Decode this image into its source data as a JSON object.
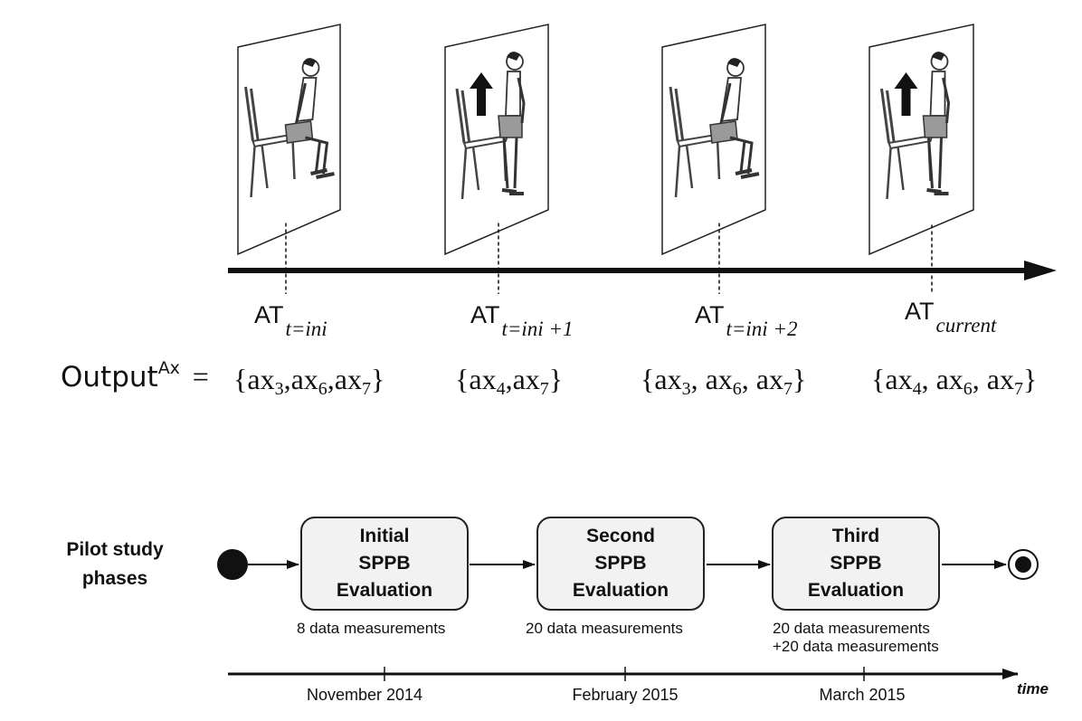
{
  "time_points": [
    {
      "label_main": "AT",
      "label_sub": "t=ini",
      "output": [
        {
          "base": "ax",
          "sub": "3"
        },
        {
          "base": "ax",
          "sub": "6"
        },
        {
          "base": "ax",
          "sub": "7"
        }
      ],
      "pose": "sitting-down",
      "arrow": false
    },
    {
      "label_main": "AT",
      "label_sub": "t=ini +1",
      "output": [
        {
          "base": "ax",
          "sub": "4"
        },
        {
          "base": "ax",
          "sub": "7"
        }
      ],
      "pose": "standing-up",
      "arrow": true
    },
    {
      "label_main": "AT",
      "label_sub": "t=ini +2",
      "output": [
        {
          "base": "ax",
          "sub": "3"
        },
        {
          "base": "ax",
          "sub": "6"
        },
        {
          "base": "ax",
          "sub": "7"
        }
      ],
      "pose": "sitting-down",
      "arrow": false
    },
    {
      "label_main": "AT",
      "label_sub": "current",
      "output": [
        {
          "base": "ax",
          "sub": "4"
        },
        {
          "base": "ax",
          "sub": "6"
        },
        {
          "base": "ax",
          "sub": "7"
        }
      ],
      "pose": "standing-up",
      "arrow": true
    }
  ],
  "output_label": {
    "main": "Output",
    "sup": "Ax",
    "equals": "="
  },
  "pilot": {
    "title_line1": "Pilot study",
    "title_line2": "phases",
    "phases": [
      {
        "line1": "Initial",
        "line2": "SPPB",
        "line3": "Evaluation",
        "measure_line1": "8 data measurements",
        "measure_line2": "",
        "date": "November 2014"
      },
      {
        "line1": "Second",
        "line2": "SPPB",
        "line3": "Evaluation",
        "measure_line1": "20 data measurements",
        "measure_line2": "",
        "date": "February 2015"
      },
      {
        "line1": "Third",
        "line2": "SPPB",
        "line3": "Evaluation",
        "measure_line1": "20 data measurements",
        "measure_line2": "+20 data measurements",
        "date": "March 2015"
      }
    ],
    "time_label": "time"
  },
  "colors": {
    "line": "#111111",
    "box_fill": "#f2f2f2",
    "shorts": "#9a9a9a"
  }
}
